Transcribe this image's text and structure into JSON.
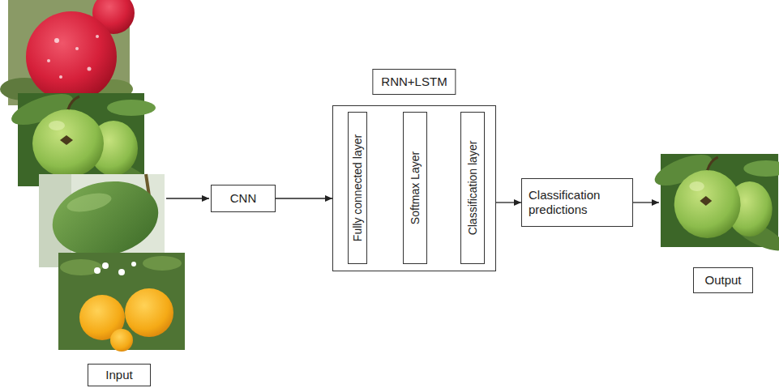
{
  "diagram": {
    "nodes": [
      {
        "text": [
          "Input"
        ]
      },
      {
        "text": [
          "CNN"
        ]
      },
      {
        "text": [
          "RNN+LSTM"
        ]
      },
      {
        "text": [
          "Fully connected layer"
        ],
        "in": 2
      },
      {
        "text": [
          "Softmax Layer"
        ],
        "in": 2
      },
      {
        "text": [
          "Classification layer"
        ],
        "in": 2
      },
      {
        "text": [
          "Classification predictions"
        ]
      },
      {
        "text": [
          "Output"
        ]
      }
    ],
    "edges": [
      {
        "from": 1,
        "to": 2,
        "arrow": "to"
      },
      {
        "from": 2,
        "to": 6,
        "arrow": "to"
      }
    ]
  }
}
